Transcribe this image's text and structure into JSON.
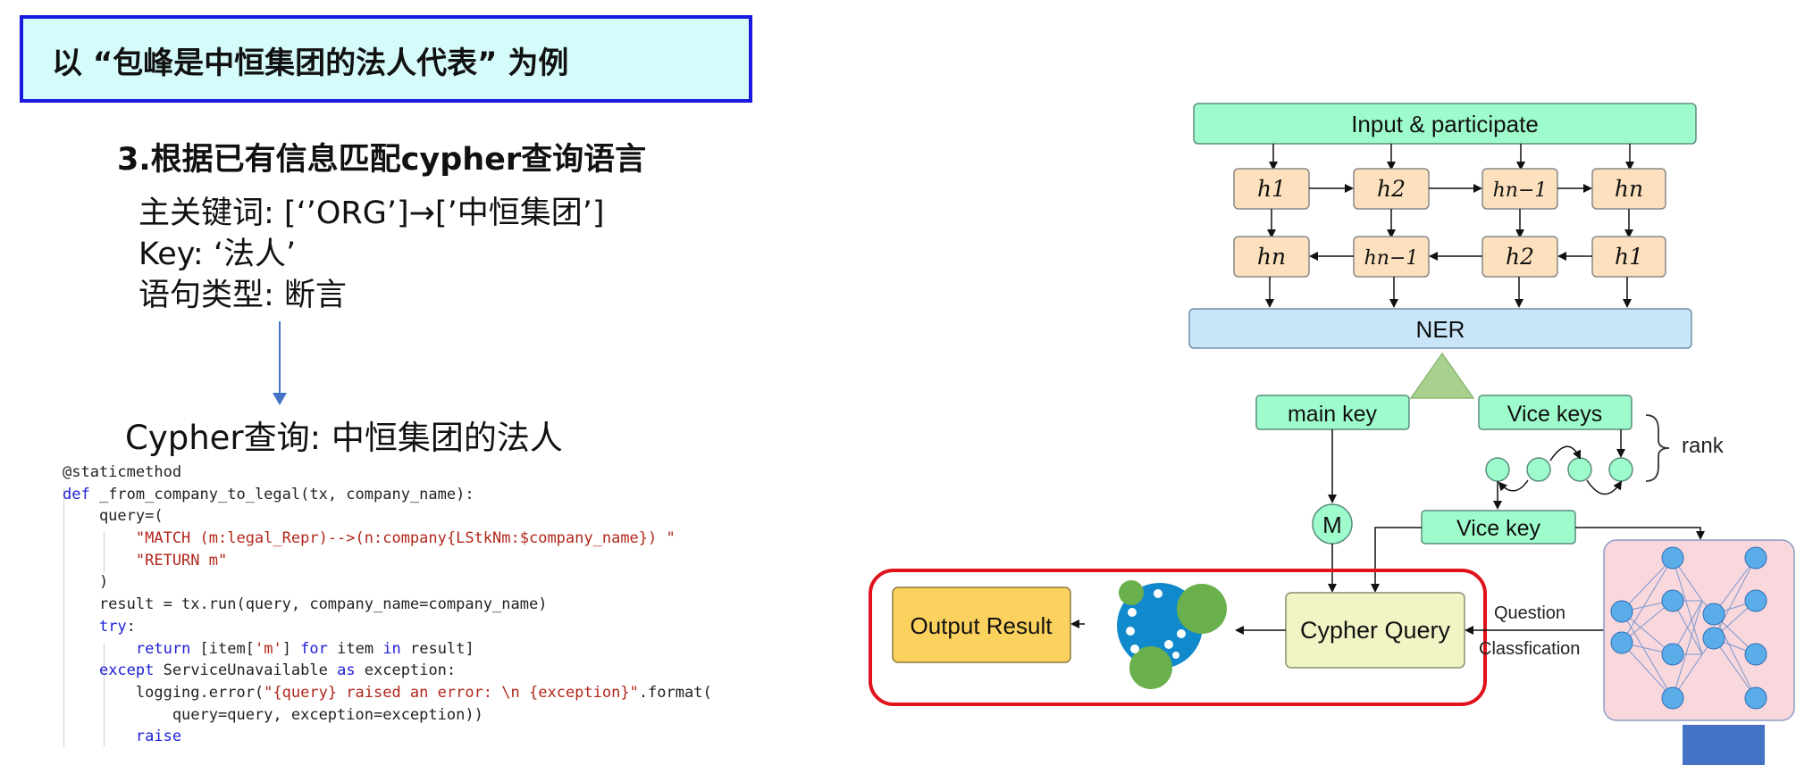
{
  "banner": {
    "text": "以 “包峰是中恒集团的法人代表” 为例"
  },
  "step": {
    "title": "3.根据已有信息匹配cypher查询语言"
  },
  "info": {
    "main_keywords": "主关键词: [‘’ORG’]→[’中恒集团’]",
    "key": "Key:  ‘法人’",
    "sentence_type": "语句类型: 断言"
  },
  "cypher_label": "Cypher查询: 中恒集团的法人",
  "code": {
    "l1": "@staticmethod",
    "l2_kw": "def",
    "l2_rest": " _from_company_to_legal(tx, company_name):",
    "l3": "    query=(",
    "l4": "        \"MATCH (m:legal_Repr)-->(n:company{LStkNm:$company_name}) \"",
    "l5": "        \"RETURN m\"",
    "l6": "    )",
    "l7": "    result = tx.run(query, company_name=company_name)",
    "l8_kw": "try",
    "l8_rest": ":",
    "l9_kw1": "return",
    "l9_mid1": " [item[",
    "l9_str": "'m'",
    "l9_mid2": "] ",
    "l9_kw2": "for",
    "l9_mid3": " item ",
    "l9_kw3": "in",
    "l9_end": " result]",
    "l10_kw1": "except",
    "l10_mid": " ServiceUnavailable ",
    "l10_kw2": "as",
    "l10_end": " exception:",
    "l11_pre": "        logging.error(",
    "l11_str": "\"{query} raised an error: \\n {exception}\"",
    "l11_end": ".format(",
    "l12": "            query=query, exception=exception))",
    "l13_kw": "raise"
  },
  "diagram": {
    "input_label": "Input & participate",
    "h_top": [
      "h1",
      "h2",
      "hn−1",
      "hn"
    ],
    "h_bottom": [
      "hn",
      "hn−1",
      "h2",
      "h1"
    ],
    "ner_label": "NER",
    "main_key_label": "main key",
    "vice_keys_label": "Vice keys",
    "rank_label": "rank",
    "m_label": "M",
    "vice_key_label": "Vice key",
    "cypher_query_label": "Cypher Query",
    "output_result_label": "Output Result",
    "question_label": "Question",
    "classification_label": "Classfication"
  },
  "colors": {
    "banner_bg": "#d6fbfb",
    "banner_border": "#1a1adf",
    "mint": "#9efccc",
    "peach": "#fde0bd",
    "ner_blue": "#c8e6f8",
    "cypher_box": "#f1f5c5",
    "output_box": "#fcd25f",
    "red_outline": "#e0121b",
    "nn_bg": "#f8d8dd",
    "node_blue": "#5badea",
    "accent_blue": "#4472c4"
  }
}
